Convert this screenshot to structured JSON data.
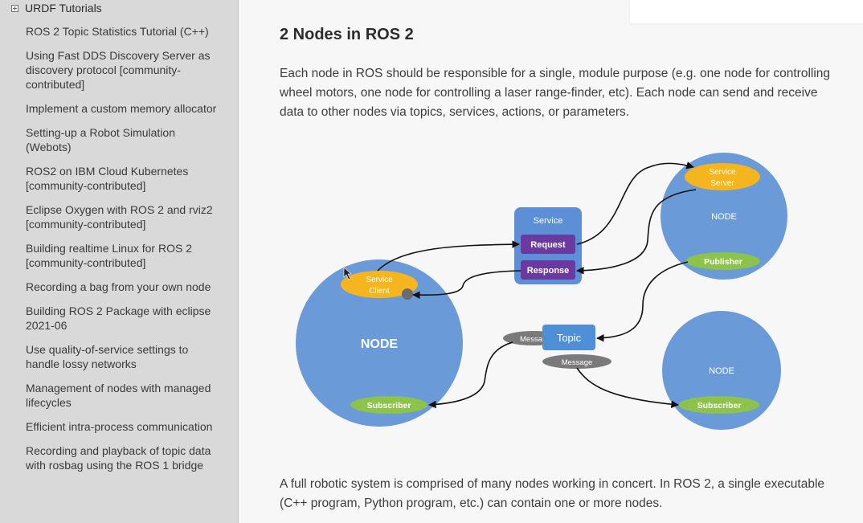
{
  "sidebar": {
    "section_title": "URDF Tutorials",
    "items": [
      "ROS 2 Topic Statistics Tutorial (C++)",
      "Using Fast DDS Discovery Server as discovery protocol [community-contributed]",
      "Implement a custom memory allocator",
      "Setting-up a Robot Simulation (Webots)",
      "ROS2 on IBM Cloud Kubernetes [community-contributed]",
      "Eclipse Oxygen with ROS 2 and rviz2 [community-contributed]",
      "Building realtime Linux for ROS 2 [community-contributed]",
      "Recording a bag from your own node",
      "Building ROS 2 Package with eclipse 2021-06",
      "Use quality-of-service settings to handle lossy networks",
      "Management of nodes with managed lifecycles",
      "Efficient intra-process communication",
      "Recording and playback of topic data with rosbag using the ROS 1 bridge"
    ]
  },
  "main": {
    "title": "2 Nodes in ROS 2",
    "paragraph1": "Each node in ROS should be responsible for a single, module purpose (e.g. one node for controlling wheel motors, one node for controlling a laser range-finder, etc). Each node can send and receive data to other nodes via topics, services, actions, or parameters.",
    "paragraph2": "A full robotic system is comprised of many nodes working in concert. In ROS 2, a single executable (C++ program, Python program, etc.) can contain one or more nodes."
  },
  "diagram": {
    "node_big": "NODE",
    "node_top_right": "NODE",
    "node_bottom_right": "NODE",
    "service_client": [
      "Service",
      "Client"
    ],
    "service_server": [
      "Service",
      "Server"
    ],
    "service_label": "Service",
    "request": "Request",
    "response": "Response",
    "topic": "Topic",
    "message_left": "Messa",
    "message_below": "Message",
    "publisher": "Publisher",
    "subscriber_left": "Subscriber",
    "subscriber_right": "Subscriber",
    "colors": {
      "node_blue": "#6a9bd8",
      "service_yellow": "#f5b51e",
      "pill_green": "#8dc34a",
      "request_purple": "#6a3aa0",
      "topic_blue": "#4f8fd8",
      "message_gray": "#7a7a7a"
    }
  }
}
